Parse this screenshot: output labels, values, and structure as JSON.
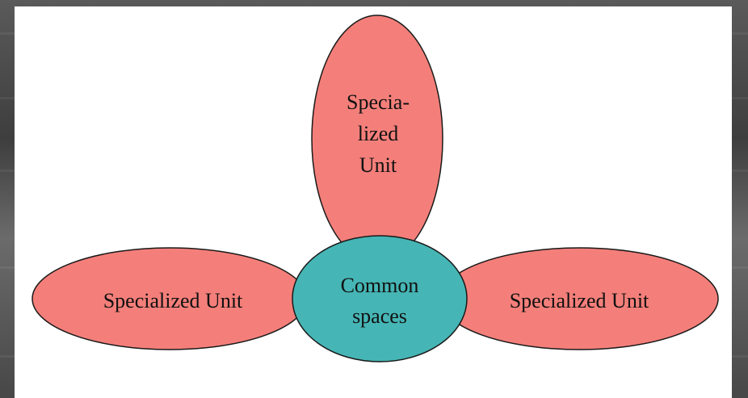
{
  "diagram": {
    "center": {
      "lines": [
        "Common",
        "spaces"
      ]
    },
    "units": [
      {
        "id": "top",
        "lines": [
          "Specia-",
          "lized",
          "Unit"
        ]
      },
      {
        "id": "left",
        "lines": [
          "Specialized Unit"
        ]
      },
      {
        "id": "right",
        "lines": [
          "Specialized Unit"
        ]
      }
    ],
    "colors": {
      "unit_fill": "#f47f7a",
      "center_fill": "#46b5b5",
      "outline": "#1a1a1a"
    }
  }
}
